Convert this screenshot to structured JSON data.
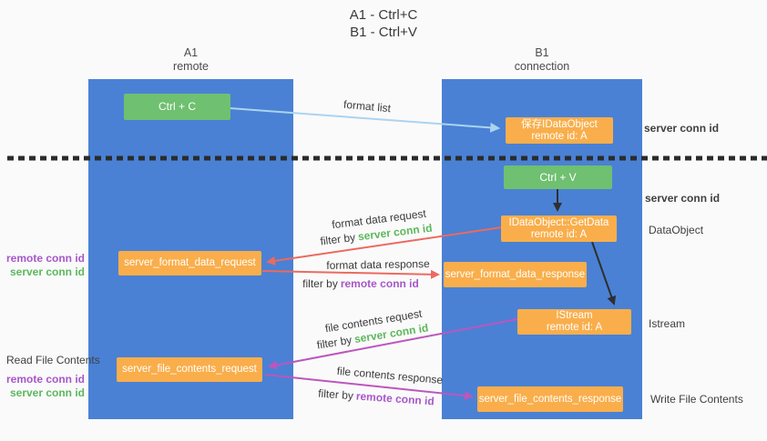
{
  "title": {
    "line1": "A1 - Ctrl+C",
    "line2": "B1 - Ctrl+V"
  },
  "lanes": {
    "a1": {
      "name": "A1",
      "role": "remote"
    },
    "b1": {
      "name": "B1",
      "role": "connection"
    }
  },
  "nodes": {
    "ctrl_c": {
      "label": "Ctrl + C"
    },
    "ctrl_v": {
      "label": "Ctrl + V"
    },
    "save_idataobject": {
      "line1": "保存IDataObject",
      "line2": "remote id: A"
    },
    "getdata": {
      "line1": "IDataObject::GetData",
      "line2": "remote id: A"
    },
    "istream": {
      "line1": "IStream",
      "line2": "remote id: A"
    },
    "server_format_data_request": {
      "label": "server_format_data_request"
    },
    "server_format_data_response": {
      "label": "server_format_data_response"
    },
    "server_file_contents_request": {
      "label": "server_file_contents_request"
    },
    "server_file_contents_response": {
      "label": "server_file_contents_response"
    }
  },
  "flow_labels": {
    "format_list": "format list",
    "format_data_request": "format data request",
    "format_data_response": "format data response",
    "file_contents_request": "file contents request",
    "file_contents_response": "file contents response",
    "filter_by": "filter by",
    "server_conn_id": "server conn id",
    "remote_conn_id": "remote conn id"
  },
  "side_labels": {
    "server_conn_id_top": "server conn id",
    "server_conn_id_mid": "server conn id",
    "dataobject": "DataObject",
    "istream": "Istream",
    "write_file_contents": "Write File Contents",
    "read_file_contents": "Read File Contents",
    "remote_conn_id": "remote conn id",
    "server_conn_id": "server conn id"
  },
  "colors": {
    "lane_blue": "#4a81d4",
    "node_orange": "#f9ae4b",
    "node_green": "#6fc070",
    "arrow_red": "#ec6a5f",
    "arrow_magenta": "#bc56be",
    "arrow_light_blue": "#aad4f0",
    "arrow_black": "#2f2f2f",
    "dotted_line": "#2b2b2b",
    "label_green": "#5cb85c",
    "label_purple": "#a757c9"
  }
}
